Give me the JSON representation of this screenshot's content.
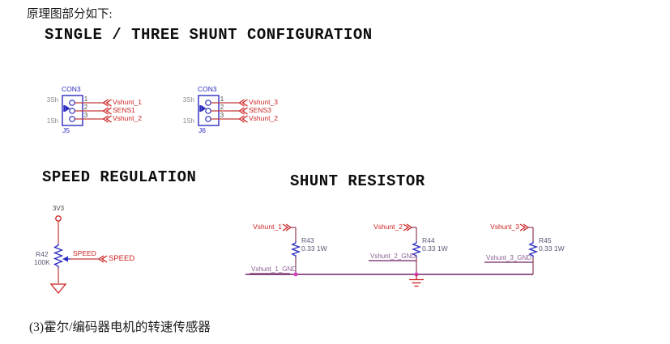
{
  "document": {
    "intro_text": "原理图部分如下:",
    "footer_text": "(3)霍尔/编码器电机的转速传感器"
  },
  "titles": {
    "shunt_configuration": "SINGLE / THREE SHUNT CONFIGURATION",
    "speed_regulation": "SPEED REGULATION",
    "shunt_resistor": "SHUNT RESISTOR"
  },
  "connectors": {
    "j5": {
      "part": "CON3",
      "ref": "J5",
      "left_labels": [
        "3Sh",
        "1Sh"
      ],
      "pin_numbers": [
        "1",
        "2",
        "3"
      ],
      "pin_nets": [
        "Vshunt_1",
        "SENS1",
        "Vshunt_2"
      ]
    },
    "j6": {
      "part": "CON3",
      "ref": "J6",
      "left_labels": [
        "3Sh",
        "1Sh"
      ],
      "pin_numbers": [
        "1",
        "2",
        "3"
      ],
      "pin_nets": [
        "Vshunt_3",
        "SENS3",
        "Vshunt_2"
      ]
    }
  },
  "speed_regulation": {
    "supply_net": "3V3",
    "pot_ref": "R42",
    "pot_value": "100K",
    "wiper_net_label": "SPEED",
    "port_label": "SPEED"
  },
  "shunt_resistors": {
    "branches": [
      {
        "port": "Vshunt_1",
        "ref": "R43",
        "value": "0.33 1W",
        "gnd_label": "Vshunt_1_GND"
      },
      {
        "port": "Vshunt_2",
        "ref": "R44",
        "value": "0.33 1W",
        "gnd_label": "Vshunt_2_GND"
      },
      {
        "port": "Vshunt_3",
        "ref": "R45",
        "value": "0.33 1W",
        "gnd_label": "Vshunt_3_GND"
      }
    ]
  },
  "colors": {
    "part_blue": "#2a2ac0",
    "wire_red": "#c03a3a",
    "net_label_red": "#cc2222",
    "gnd_wire_purple": "#6e2263",
    "gnd_label_purple": "#8a6090",
    "junction_magenta": "#d43bbf",
    "ref_text_slate": "#5a5a78",
    "muted_gray": "#8a8a8a"
  }
}
